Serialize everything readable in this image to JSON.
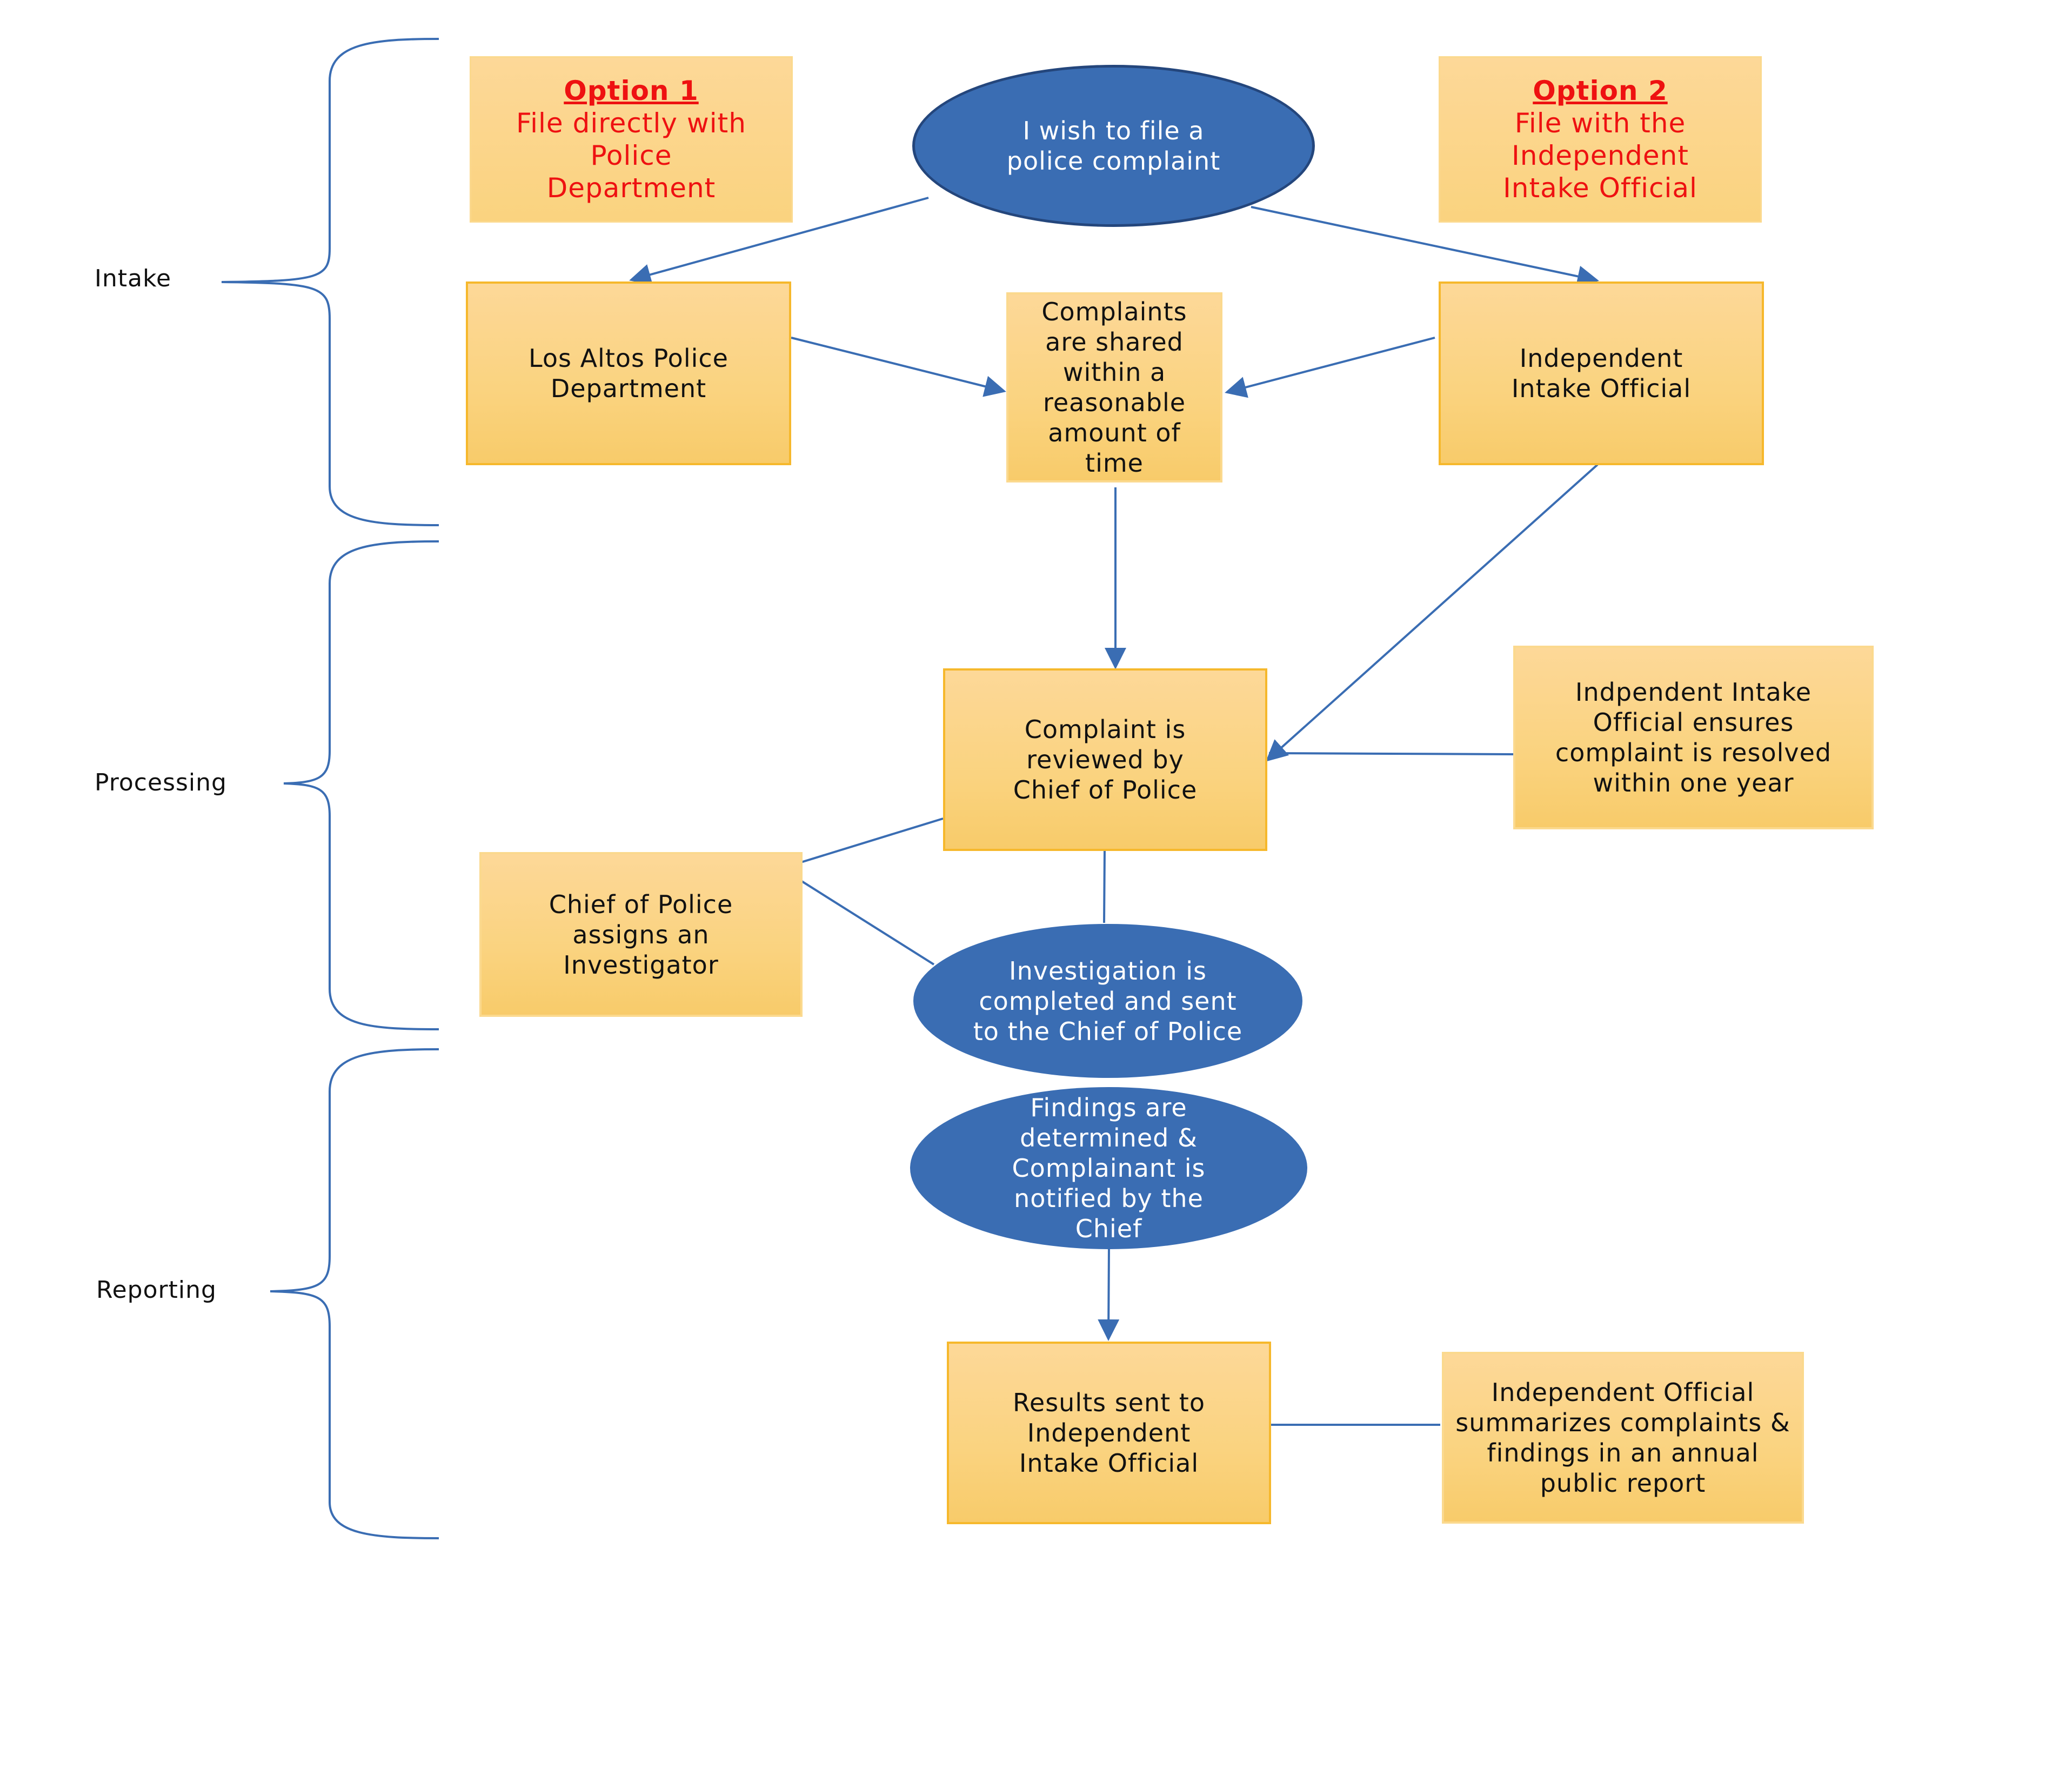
{
  "phases": {
    "intake": "Intake",
    "processing": "Processing",
    "reporting": "Reporting"
  },
  "start": "I wish to file a police complaint",
  "option1": {
    "title": "Option 1",
    "text": "File directly with Police Department"
  },
  "option2": {
    "title": "Option 2",
    "text": "File with the Independent Intake Official"
  },
  "boxes": {
    "police_dept": "Los Altos Police Department",
    "shared": "Complaints are shared within a reasonable amount of time",
    "intake_official": "Independent Intake Official",
    "reviewed": "Complaint is reviewed by Chief of Police",
    "ensures": "Indpendent Intake Official ensures complaint is resolved within one year",
    "assigns": "Chief of Police assigns an Investigator",
    "results": "Results sent to Independent Intake Official",
    "summarizes": "Independent Official summarizes complaints & findings in an annual public report"
  },
  "ovals": {
    "investigation": "Investigation is completed and sent to the Chief of Police",
    "findings": "Findings are determined & Complainant is notified by the Chief"
  },
  "colors": {
    "box_fill": "#fad37f",
    "box_border": "#f6b82c",
    "oval_fill": "#3a6db3",
    "line": "#3a6db3",
    "option_text": "#ee1111"
  }
}
